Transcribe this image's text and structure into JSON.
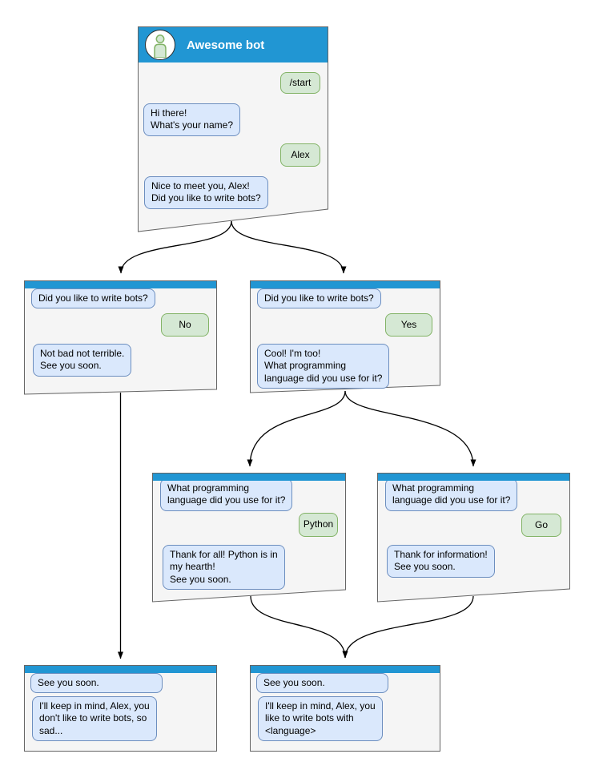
{
  "diagram": {
    "main_window": {
      "title": "Awesome bot",
      "user_start": "/start",
      "bot_greeting": "Hi there!\nWhat's your name?",
      "user_name": "Alex",
      "bot_nice": "Nice to meet you, Alex!\nDid you like to write bots?"
    },
    "no_branch": {
      "question": "Did you like to write bots?",
      "answer": "No",
      "reply": "Not bad not terrible.\nSee you soon."
    },
    "yes_branch": {
      "question": "Did you like to write bots?",
      "answer": "Yes",
      "reply": "Cool! I'm too!\nWhat programming\nlanguage did you use for it?"
    },
    "python_branch": {
      "question": "What programming\nlanguage did you use for it?",
      "answer": "Python",
      "reply": "Thank for all! Python is in\nmy hearth!\nSee you soon."
    },
    "go_branch": {
      "question": "What programming\nlanguage did you use for it?",
      "answer": "Go",
      "reply": "Thank for information!\nSee you soon."
    },
    "end_no": {
      "question": "See you soon.",
      "reply": "I'll keep in mind, Alex, you\ndon't like to write bots, so\nsad..."
    },
    "end_yes": {
      "question": "See you soon.",
      "reply": "I'll keep in mind, Alex, you\nlike to write bots with\n<language>"
    },
    "colors": {
      "header_blue": "#2196d3",
      "bot_bubble_fill": "#dae8fc",
      "bot_bubble_border": "#6c8ebf",
      "user_bubble_fill": "#d5e8d4",
      "user_bubble_border": "#82b366",
      "node_fill": "#f5f5f5",
      "node_border": "#666666",
      "connector": "#000000"
    }
  }
}
